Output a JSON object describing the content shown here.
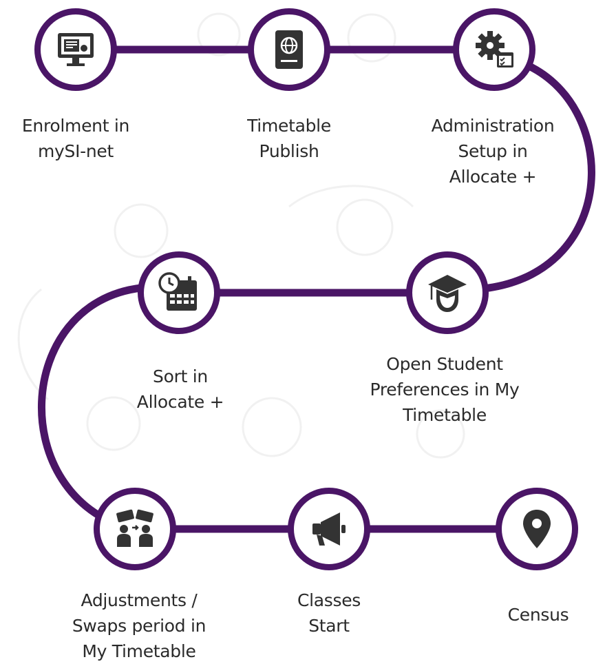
{
  "colors": {
    "path": "#4a1566",
    "icon": "#333333",
    "text": "#2a2a2a",
    "background": "#ffffff"
  },
  "steps": [
    {
      "id": "enrolment",
      "icon": "monitor-icon",
      "label": [
        "Enrolment in",
        "mySI-net"
      ]
    },
    {
      "id": "timetable-publish",
      "icon": "passport-globe-icon",
      "label": [
        "Timetable",
        "Publish"
      ]
    },
    {
      "id": "admin-setup",
      "icon": "gear-checklist-icon",
      "label": [
        "Administration",
        "Setup in",
        "Allocate +"
      ]
    },
    {
      "id": "student-preferences",
      "icon": "graduate-icon",
      "label": [
        "Open Student",
        "Preferences in My",
        "Timetable"
      ]
    },
    {
      "id": "sort",
      "icon": "calendar-clock-icon",
      "label": [
        "Sort in",
        "Allocate +"
      ]
    },
    {
      "id": "adjustments",
      "icon": "people-swap-icon",
      "label": [
        "Adjustments /",
        "Swaps period in",
        "My Timetable"
      ]
    },
    {
      "id": "classes-start",
      "icon": "megaphone-icon",
      "label": [
        "Classes",
        "Start"
      ]
    },
    {
      "id": "census",
      "icon": "location-pin-icon",
      "label": [
        "Census"
      ]
    }
  ]
}
